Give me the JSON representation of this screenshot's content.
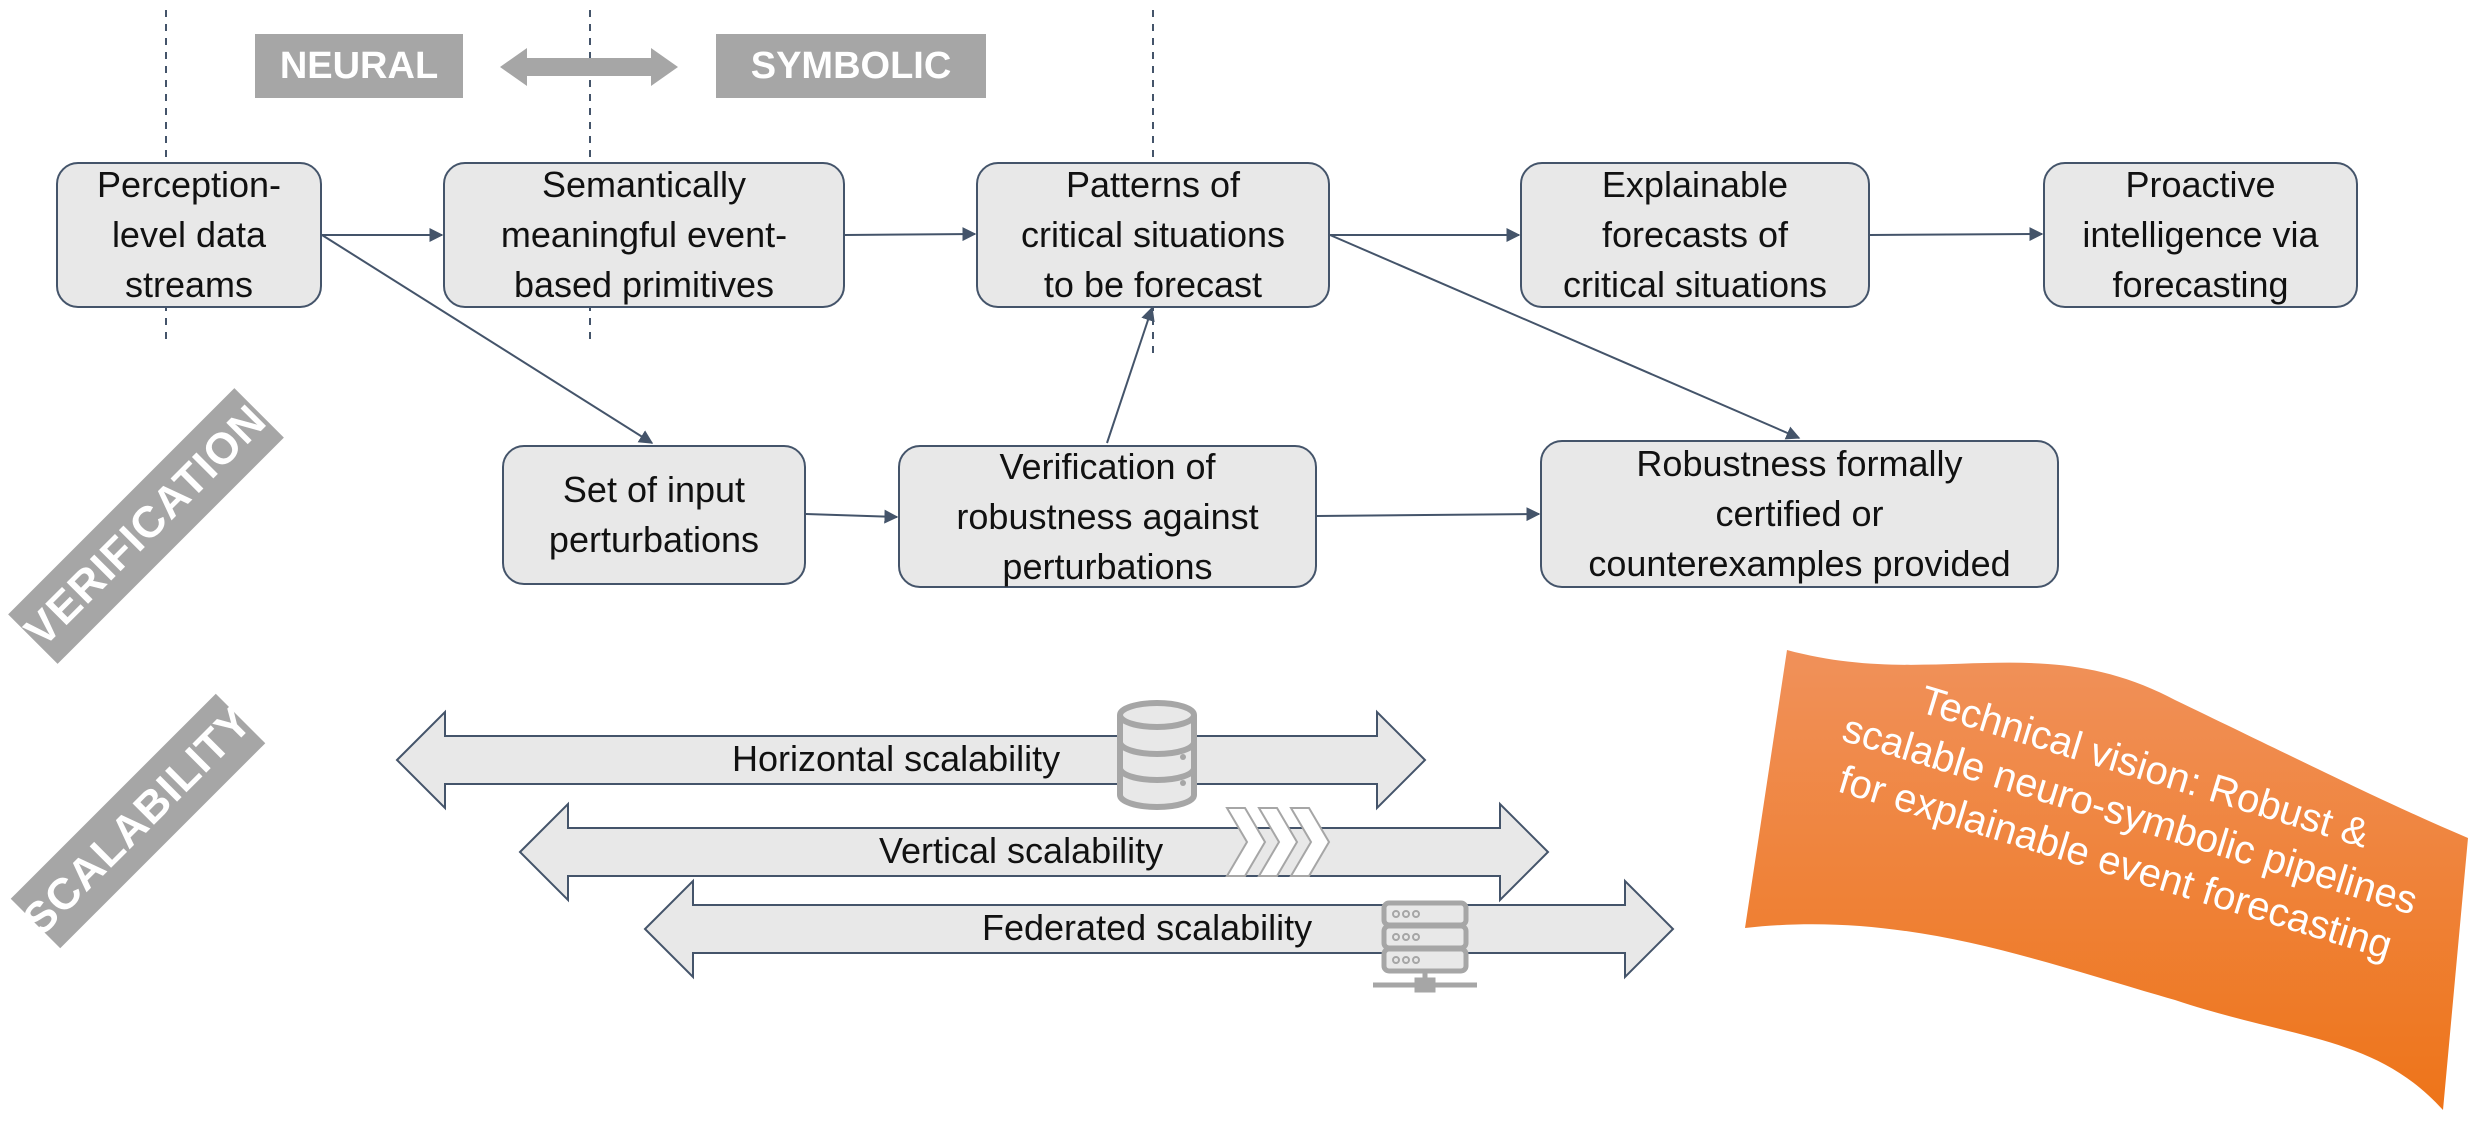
{
  "header": {
    "neural": "NEURAL",
    "symbolic": "SYMBOLIC"
  },
  "nodes": {
    "perception": "Perception-\nlevel data\nstreams",
    "semantic": "Semantically\nmeaningful event-\nbased primitives",
    "patterns": "Patterns of\ncritical situations\nto be forecast",
    "explainable": "Explainable\nforecasts of\ncritical situations",
    "proactive": "Proactive\nintelligence via\nforecasting",
    "perturbations": "Set of input\nperturbations",
    "verification": "Verification of\nrobustness against\nperturbations",
    "robustness": "Robustness formally\ncertified or\ncounterexamples provided"
  },
  "side_labels": {
    "verification": "VERIFICATION",
    "scalability": "SCALABILITY"
  },
  "scalability": {
    "horizontal": "Horizontal scalability",
    "vertical": "Vertical scalability",
    "federated": "Federated scalability"
  },
  "icons": [
    "database-icon",
    "chevrons-icon",
    "server-network-icon"
  ],
  "banner": {
    "text": "Technical vision: Robust &\nscalable neuro-symbolic pipelines\nfor explainable event forecasting"
  },
  "colors": {
    "node_fill": "#e8e8e8",
    "node_border": "#44546a",
    "tag_gray": "#a6a6a6",
    "banner_orange": "#f07a20"
  }
}
